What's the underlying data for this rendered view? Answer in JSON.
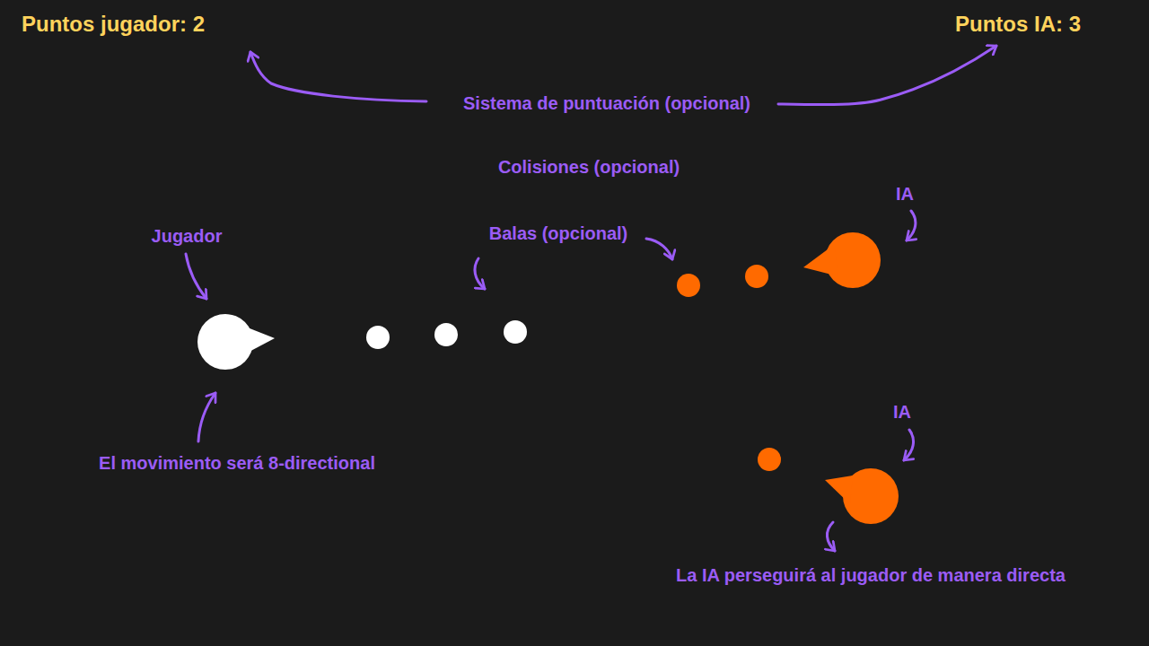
{
  "diagram": {
    "labels": [
      "Puntos jugador: 2",
      "Puntos IA: 3",
      "Sistema de puntuación (opcional)",
      "Colisiones (opcional)",
      "IA",
      "Jugador",
      "Balas (opcional)",
      "IA",
      "El movimiento será 8-directional",
      "La IA perseguirá al jugador de manera directa"
    ]
  }
}
